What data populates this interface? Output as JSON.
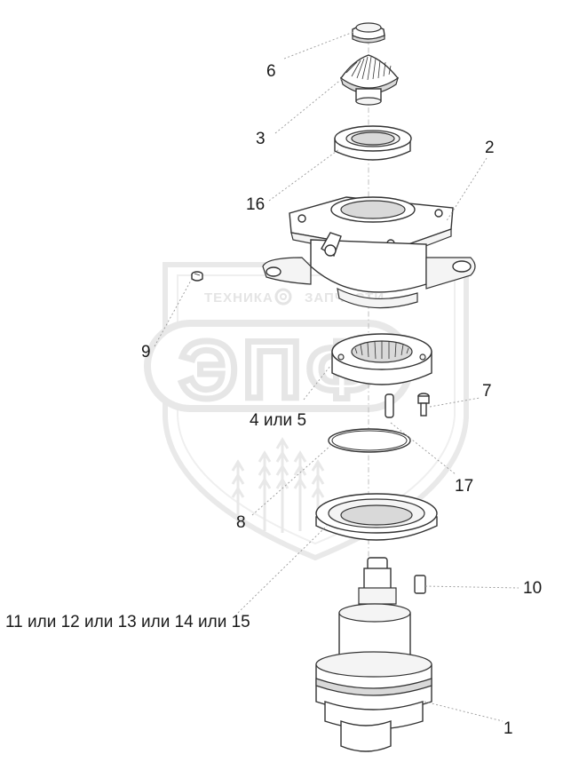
{
  "watermark": {
    "brand_left": "ТЕХНИКА",
    "brand_right": "ЗАПЧАСТИ",
    "logo_letters": "ЭПФ"
  },
  "callouts": {
    "c1": "1",
    "c2": "2",
    "c3": "3",
    "c4_5": "4 или 5",
    "c6": "6",
    "c7": "7",
    "c8": "8",
    "c9": "9",
    "c10": "10",
    "c11_15": "11 или 12 или 13 или 14 или 15",
    "c16": "16",
    "c17": "17"
  },
  "colors": {
    "line": "#333333",
    "watermark": "#d0d0d0",
    "text": "#1a1a1a"
  }
}
